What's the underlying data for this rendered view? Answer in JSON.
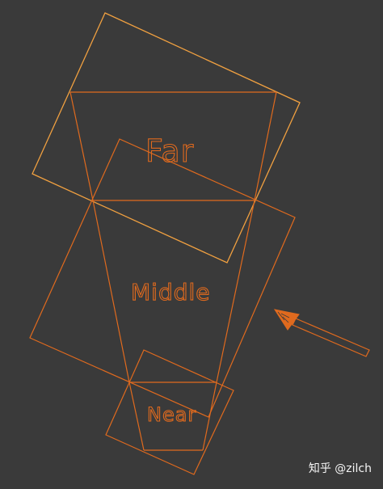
{
  "diagram": {
    "labels": {
      "far": "Far",
      "middle": "Middle",
      "near": "Near"
    },
    "colors": {
      "background": "#3a3a3a",
      "far_box": "#f0a040",
      "cascade_lines": "#e06a1e",
      "arrow": "#e06a1e"
    }
  },
  "watermark": {
    "text": "知乎 @zilch"
  }
}
